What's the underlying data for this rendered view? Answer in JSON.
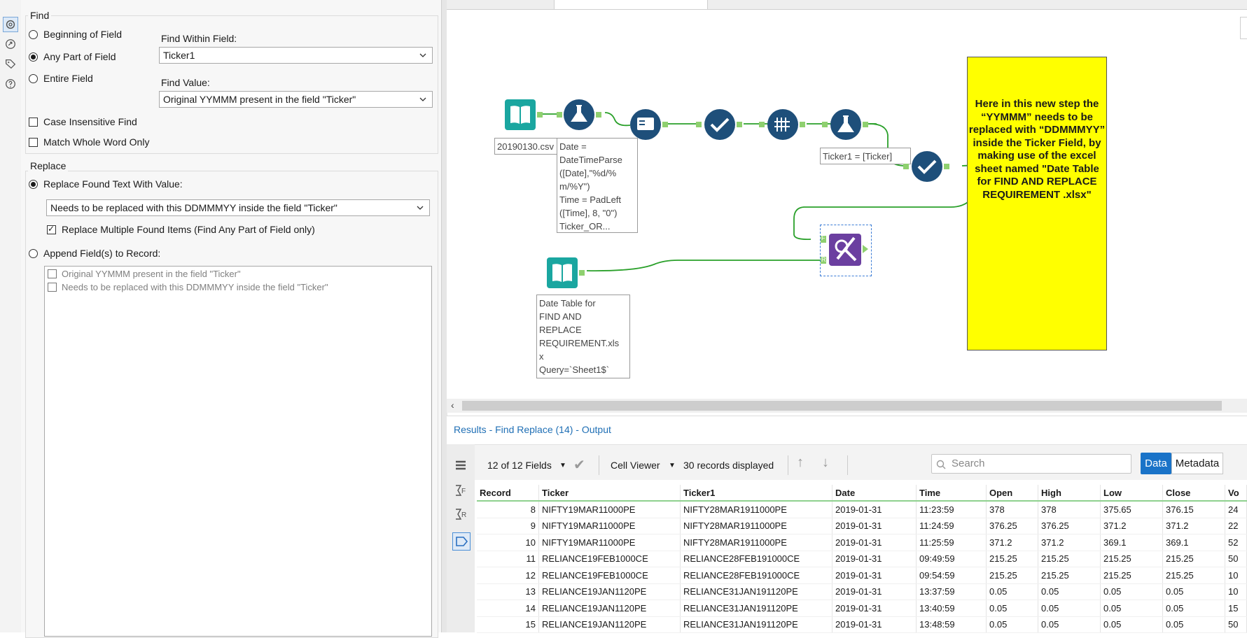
{
  "find": {
    "group_title": "Find",
    "options": [
      {
        "label": "Beginning of Field",
        "selected": false
      },
      {
        "label": "Any Part of Field",
        "selected": true
      },
      {
        "label": "Entire Field",
        "selected": false
      }
    ],
    "find_within_label": "Find Within Field:",
    "find_within_value": "Ticker1",
    "find_value_label": "Find Value:",
    "find_value_value": "Original YYMMM present in the field \"Ticker\"",
    "case_insensitive_label": "Case Insensitive Find",
    "case_insensitive_checked": false,
    "match_whole_label": "Match Whole Word Only",
    "match_whole_checked": false
  },
  "replace": {
    "group_title": "Replace",
    "replace_found_label": "Replace Found Text With Value:",
    "replace_found_selected": true,
    "replace_value": "Needs to be replaced with this DDMMMYY inside the field \"Ticker\"",
    "replace_multiple_label": "Replace Multiple Found Items (Find Any Part of Field only)",
    "replace_multiple_checked": true,
    "append_label": "Append Field(s) to Record:",
    "append_selected": false,
    "append_fields": [
      "Original YYMMM present in the field \"Ticker\"",
      "Needs to be replaced with this DDMMMYY inside the field \"Ticker\""
    ]
  },
  "canvas": {
    "input_label": "20190130.csv",
    "formula1_label": "Date =\nDateTimeParse\n([Date],\"%d/%\nm/%Y\")\nTime = PadLeft\n([Time], 8, \"0\")\nTicker_OR...",
    "formula2_label": "Ticker1 = [Ticker]",
    "input2_label": "Date Table for\nFIND AND\nREPLACE\nREQUIREMENT.xls\nx\nQuery=`Sheet1$`",
    "find_replace_anchor_f": "F",
    "find_replace_anchor_r": "R",
    "comment": "Here in this new step the  “YYMMM” needs to be replaced with “DDMMMYY” inside the Ticker Field, by making use of the excel sheet named \"Date Table for FIND AND REPLACE REQUIREMENT .xlsx\""
  },
  "results": {
    "title": "Results - Find Replace (14) - Output",
    "fields_count": "12 of 12 Fields",
    "cell_viewer": "Cell Viewer",
    "records_displayed": "30 records displayed",
    "search_placeholder": "Search",
    "data_button": "Data",
    "metadata_button": "Metadata",
    "columns": [
      "Record",
      "Ticker",
      "Ticker1",
      "Date",
      "Time",
      "Open",
      "High",
      "Low",
      "Close",
      "Vo"
    ],
    "rows": [
      [
        "8",
        "NIFTY19MAR11000PE",
        "NIFTY28MAR1911000PE",
        "2019-01-31",
        "11:23:59",
        "378",
        "378",
        "375.65",
        "376.15",
        "24"
      ],
      [
        "9",
        "NIFTY19MAR11000PE",
        "NIFTY28MAR1911000PE",
        "2019-01-31",
        "11:24:59",
        "376.25",
        "376.25",
        "371.2",
        "371.2",
        "22"
      ],
      [
        "10",
        "NIFTY19MAR11000PE",
        "NIFTY28MAR1911000PE",
        "2019-01-31",
        "11:25:59",
        "371.2",
        "371.2",
        "369.1",
        "369.1",
        "52"
      ],
      [
        "11",
        "RELIANCE19FEB1000CE",
        "RELIANCE28FEB191000CE",
        "2019-01-31",
        "09:49:59",
        "215.25",
        "215.25",
        "215.25",
        "215.25",
        "50"
      ],
      [
        "12",
        "RELIANCE19FEB1000CE",
        "RELIANCE28FEB191000CE",
        "2019-01-31",
        "09:54:59",
        "215.25",
        "215.25",
        "215.25",
        "215.25",
        "10"
      ],
      [
        "13",
        "RELIANCE19JAN1120PE",
        "RELIANCE31JAN191120PE",
        "2019-01-31",
        "13:37:59",
        "0.05",
        "0.05",
        "0.05",
        "0.05",
        "10"
      ],
      [
        "14",
        "RELIANCE19JAN1120PE",
        "RELIANCE31JAN191120PE",
        "2019-01-31",
        "13:40:59",
        "0.05",
        "0.05",
        "0.05",
        "0.05",
        "15"
      ],
      [
        "15",
        "RELIANCE19JAN1120PE",
        "RELIANCE31JAN191120PE",
        "2019-01-31",
        "13:48:59",
        "0.05",
        "0.05",
        "0.05",
        "0.05",
        "50"
      ]
    ]
  },
  "colors": {
    "accent_blue": "#1a73c8",
    "tool_teal": "#1aa6a0",
    "tool_navy": "#1e4f7a",
    "tool_purple": "#6b3fa0",
    "connection_green": "#2aa02a",
    "comment_yellow": "#ffff00"
  }
}
